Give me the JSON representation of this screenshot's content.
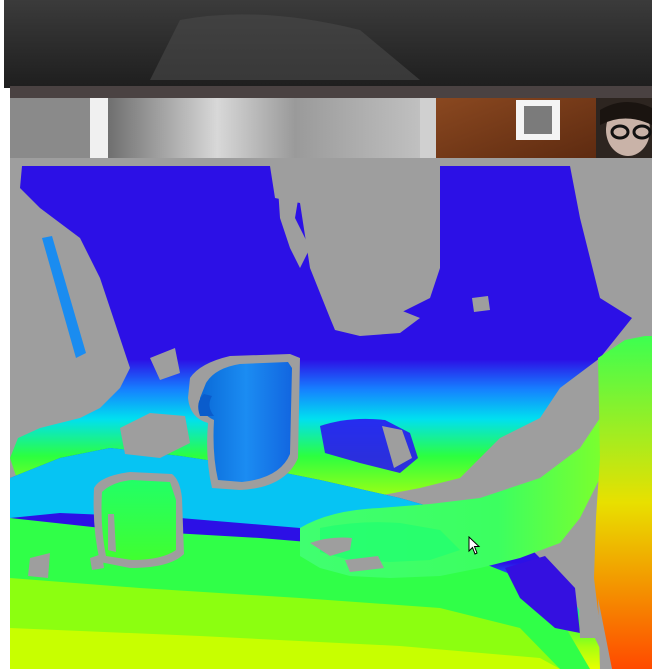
{
  "window": {
    "layers": [
      "camera-feed",
      "depth-map-view"
    ]
  },
  "camera_feed": {
    "top_band_color": "#2a2a2a",
    "panel_color": "#a9a9a9",
    "wood_color": "#7a3d1c"
  },
  "depth_map": {
    "background_color": "#9e9e9e",
    "colormap": [
      "#2c10e6",
      "#1680ff",
      "#00e0f0",
      "#2cff40",
      "#b8ff00",
      "#ffe000",
      "#ff8c00",
      "#ff2a00"
    ],
    "objects": [
      "wall",
      "pitcher",
      "table-surface",
      "cup",
      "arm",
      "hand"
    ]
  },
  "cursor": {
    "icon": "mouse-pointer-icon"
  }
}
